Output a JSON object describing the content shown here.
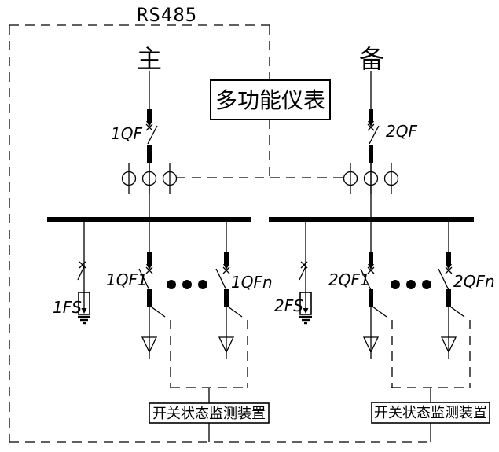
{
  "diagram": {
    "comm_bus_label": "RS485",
    "incomers": {
      "main": "主",
      "standby": "备"
    },
    "meter": {
      "label": "多功能仪表"
    },
    "breakers": {
      "qf1": "1QF",
      "qf2": "2QF",
      "qf1_first": "1QF1",
      "qf1_last": "1QFn",
      "qf2_first": "2QF1",
      "qf2_last": "2QFn"
    },
    "fuses": {
      "fs1": "1FS",
      "fs2": "2FS"
    },
    "monitors": {
      "left": "开关状态监测装置",
      "right": "开关状态监测装置"
    },
    "colors": {
      "ink": "#000000",
      "paper": "#ffffff"
    }
  }
}
